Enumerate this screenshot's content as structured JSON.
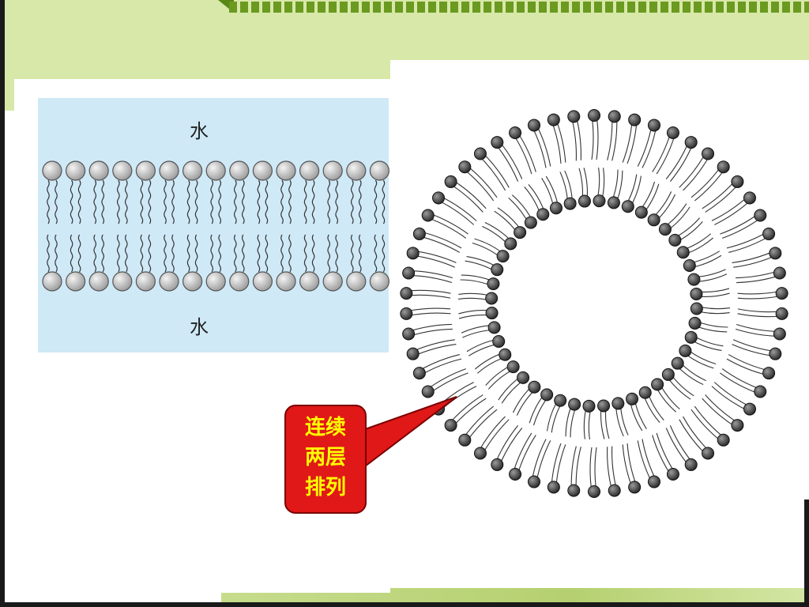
{
  "bilayer": {
    "water_top": "水",
    "water_bottom": "水",
    "head_count": 15
  },
  "vesicle": {
    "outer_head_count": 58,
    "inner_head_count": 44
  },
  "callout": {
    "text": "连续\n两层\n排列"
  },
  "colors": {
    "header_green": "#d8e8a8",
    "water_blue": "#cfe9f7",
    "callout_red": "#e01818",
    "callout_text": "#ffff00",
    "head_gray": "#bdbdbd"
  }
}
